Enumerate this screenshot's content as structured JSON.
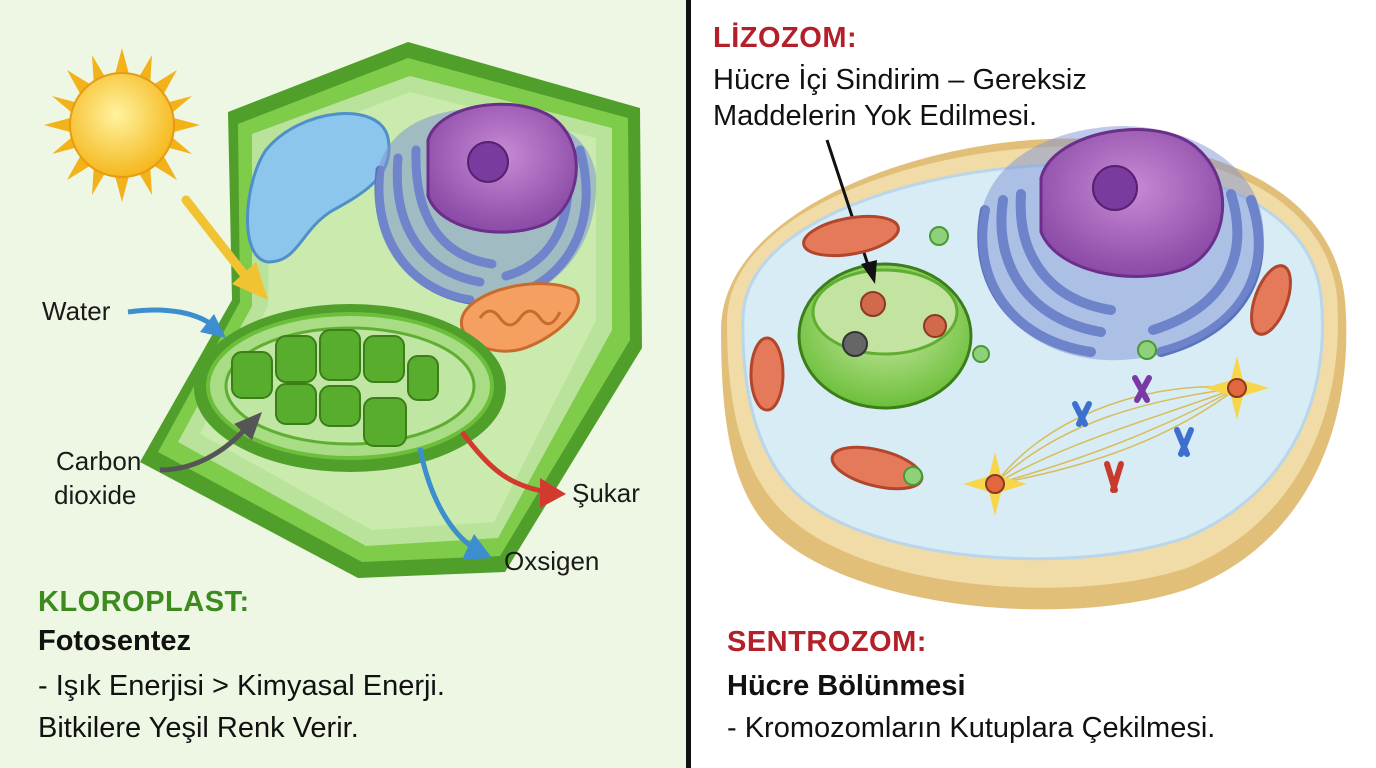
{
  "left": {
    "labels": {
      "water": "Water",
      "carbon_line1": "Carbon",
      "carbon_line2": "dioxide",
      "sugar": "Şukar",
      "oxygen": "Oxsigen"
    },
    "heading": "KLOROPLAST:",
    "subheading": "Fotosentez",
    "desc_line1": "- Işık Enerjisi > Kimyasal Enerji.",
    "desc_line2": "Bitkilere Yeşil Renk Verir."
  },
  "right": {
    "top_heading": "LİZOZOM:",
    "top_line1": "Hücre İçi Sindirim – Gereksiz",
    "top_line2": "Maddelerin Yok Edilmesi.",
    "heading": "SENTROZOM:",
    "subheading": "Hücre Bölünmesi",
    "desc_line1": "- Kromozomların Kutuplara Çekilmesi."
  },
  "colors": {
    "kloroplast_heading": "#3d8a1f",
    "red_heading": "#b3202a",
    "plant_green": "#6cbf3a",
    "nucleus_purple": "#9a5ab5",
    "golgi_blue": "#6a82cc",
    "cytoplasm_blue": "#d8ecf6",
    "membrane_tan": "#ecd29a"
  },
  "icons": [
    "sun-icon",
    "arrow-icon"
  ]
}
